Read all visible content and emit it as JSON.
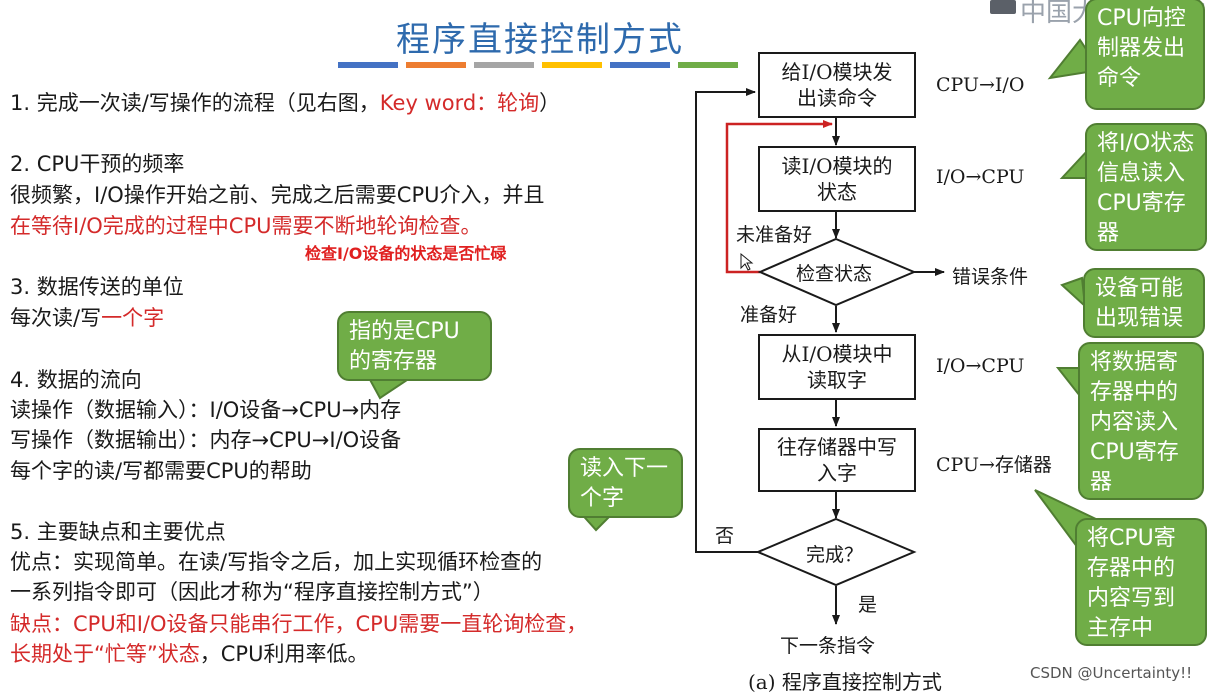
{
  "title": "程序直接控制方式",
  "header_mark": "中国大学MOOC",
  "color_bar": [
    "#4472c4",
    "#ed7d31",
    "#a5a5a5",
    "#ffc000",
    "#4472c4",
    "#70ad47"
  ],
  "left": {
    "s1_prefix": "1. 完成一次读/写操作的流程（见右图，",
    "s1_keyword": "Key word：轮询",
    "s1_suffix": "）",
    "s2_title": "2. CPU干预的频率",
    "s2_line1": "很频繁，I/O操作开始之前、完成之后需要CPU介入，并且",
    "s2_line2": "在等待I/O完成的过程中CPU需要不断地轮询检查。",
    "s2_note": "检查I/O设备的状态是否忙碌",
    "s3_title": "3. 数据传送的单位",
    "s3_prefix": "每次读/写",
    "s3_red": "一个字",
    "s4_title": "4. 数据的流向",
    "s4_line1": "读操作（数据输入）：I/O设备→CPU→内存",
    "s4_line2": "写操作（数据输出）：内存→CPU→I/O设备",
    "s4_line3": "每个字的读/写都需要CPU的帮助",
    "s5_title": "5. 主要缺点和主要优点",
    "s5_line1": "优点：实现简单。在读/写指令之后，加上实现循环检查的",
    "s5_line2": "一系列指令即可（因此才称为“程序直接控制方式”）",
    "s5_line3": "缺点：CPU和I/O设备只能串行工作，CPU需要一直轮询检查，",
    "s5_line4_red": "长期处于“忙等”状态",
    "s5_line4_rest": "，CPU利用率低。"
  },
  "callouts": {
    "c1": "CPU向控制器发出命令",
    "c2": "将I/O状态信息读入CPU寄存器",
    "c3": "设备可能出现错误",
    "c4": "将数据寄存器中的内容读入CPU寄存器",
    "c5": "将CPU寄存器中的内容写到主存中",
    "c6": "指的是CPU的寄存器",
    "c7": "读入下一个字"
  },
  "flow": {
    "box1": "给I/O模块发出读命令",
    "box2": "读I/O模块的状态",
    "diamond1": "检查状态",
    "box3": "从I/O模块中读取字",
    "box4": "往存储器中写入字",
    "diamond2": "完成？",
    "end": "下一条指令",
    "lbl_cpu_io": "CPU→I/O",
    "lbl_io_cpu1": "I/O→CPU",
    "lbl_io_cpu2": "I/O→CPU",
    "lbl_cpu_mem": "CPU→存储器",
    "lbl_notready": "未准备好",
    "lbl_ready": "准备好",
    "lbl_error": "错误条件",
    "lbl_no": "否",
    "lbl_yes": "是",
    "caption": "(a) 程序直接控制方式"
  },
  "watermark": "CSDN @Uncertainty!!"
}
